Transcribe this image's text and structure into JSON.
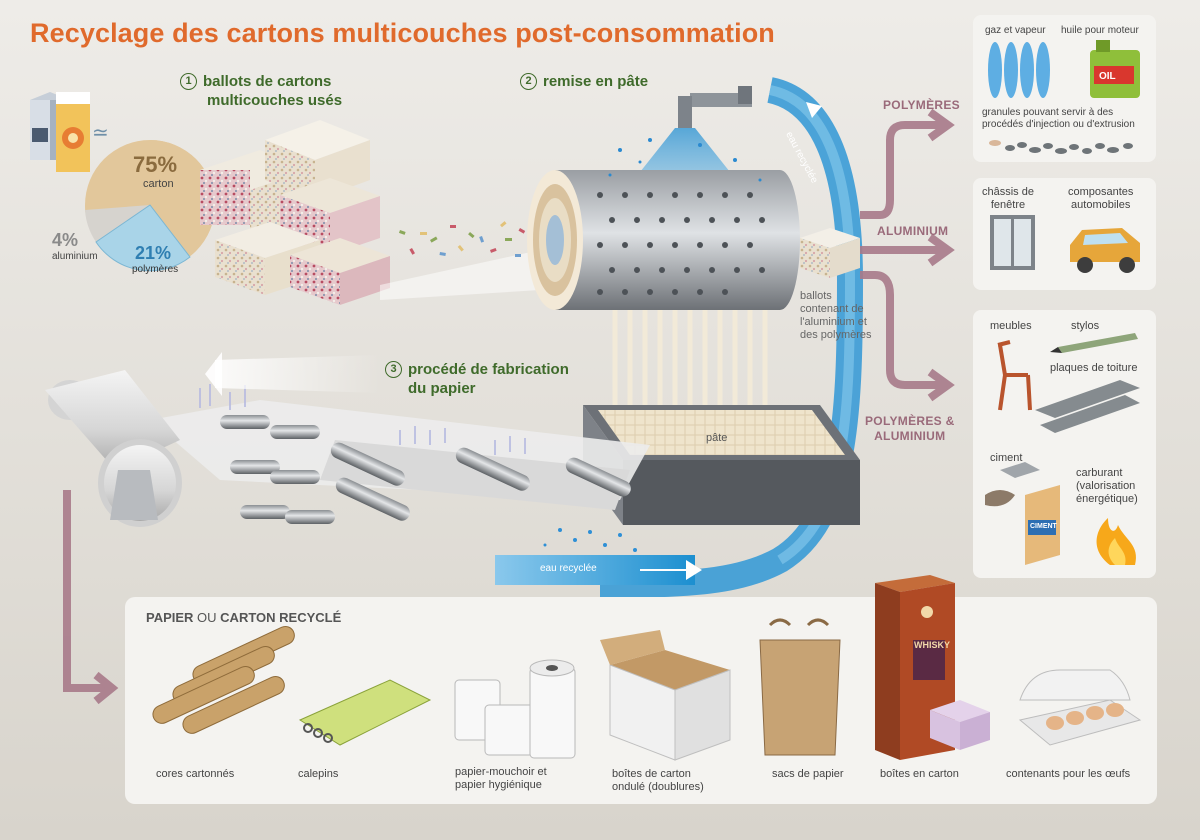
{
  "title": "Recyclage des cartons multicouches post-consommation",
  "steps": [
    {
      "num": "1",
      "line1": "ballots de cartons",
      "line2": "multicouches usés"
    },
    {
      "num": "2",
      "line1": "remise en pâte",
      "line2": ""
    },
    {
      "num": "3",
      "line1": "procédé de fabrication",
      "line2": "du papier"
    }
  ],
  "composition": {
    "approx_symbol": "≃",
    "carton": {
      "percent": "75%",
      "label": "carton"
    },
    "aluminium": {
      "percent": "4%",
      "label": "aluminium"
    },
    "polymeres": {
      "percent": "21%",
      "label": "polymères"
    }
  },
  "pulp": {
    "water_label_top": "eau recyclée",
    "water_label_bottom": "eau recyclée",
    "pate_label": "pâte",
    "bales_caption": [
      "ballots",
      "contenant de",
      "l'aluminium et",
      "des polymères"
    ]
  },
  "outputs": {
    "polymeres": {
      "label": "POLYMÈRES",
      "items": [
        "gaz et vapeur",
        "huile pour moteur"
      ],
      "oil_can": "OIL",
      "note": [
        "granules pouvant servir à des",
        "procédés d'injection ou d'extrusion"
      ]
    },
    "aluminium": {
      "label": "ALUMINIUM",
      "items": [
        [
          "châssis de",
          "fenêtre"
        ],
        [
          "composantes",
          "automobiles"
        ]
      ]
    },
    "polymeres_aluminium": {
      "label": [
        "POLYMÈRES &",
        "ALUMINIUM"
      ],
      "items": {
        "meubles": "meubles",
        "stylos": "stylos",
        "toiture": "plaques de toiture",
        "ciment": "ciment",
        "ciment_bag": "CIMENT",
        "carburant": [
          "carburant",
          "(valorisation",
          "énergétique)"
        ]
      }
    }
  },
  "recycled": {
    "title_a": "PAPIER",
    "title_or": " OU ",
    "title_b": "CARTON RECYCLÉ",
    "products": [
      [
        "cores cartonnés"
      ],
      [
        "calepins"
      ],
      [
        "papier-mouchoir et",
        "papier hygiénique"
      ],
      [
        "boîtes de carton",
        "ondulé (doublures)"
      ],
      [
        "sacs de papier"
      ],
      [
        "boîtes en carton"
      ],
      [
        "contenants pour les œufs"
      ]
    ],
    "whisky_label": "WHISKY"
  }
}
